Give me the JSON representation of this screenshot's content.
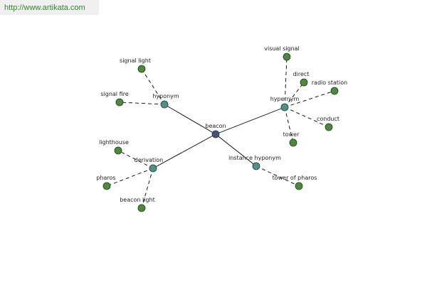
{
  "header": {
    "url": "http://www.artikata.com"
  },
  "colors": {
    "center": "#4a4f8a",
    "category": "#4f8f8f",
    "leaf": "#4a8a3a",
    "node_stroke": "#1f3f1f",
    "edge": "#000000",
    "banner_bg": "#f0f0f0",
    "url": "#2e8b2e"
  },
  "graph": {
    "nodes": [
      {
        "id": "beacon",
        "label": "beacon",
        "kind": "center"
      },
      {
        "id": "hyponym",
        "label": "hyponym",
        "kind": "category"
      },
      {
        "id": "hypernym",
        "label": "hypernym",
        "kind": "category"
      },
      {
        "id": "derivation",
        "label": "derivation",
        "kind": "category"
      },
      {
        "id": "instance_hyponym",
        "label": "instance hyponym",
        "kind": "category"
      },
      {
        "id": "signal_light",
        "label": "signal light",
        "kind": "leaf"
      },
      {
        "id": "signal_fire",
        "label": "signal fire",
        "kind": "leaf"
      },
      {
        "id": "visual_signal",
        "label": "visual signal",
        "kind": "leaf"
      },
      {
        "id": "direct",
        "label": "direct",
        "kind": "leaf"
      },
      {
        "id": "radio_station",
        "label": "radio station",
        "kind": "leaf"
      },
      {
        "id": "conduct",
        "label": "conduct",
        "kind": "leaf"
      },
      {
        "id": "tower",
        "label": "tower",
        "kind": "leaf"
      },
      {
        "id": "lighthouse",
        "label": "lighthouse",
        "kind": "leaf"
      },
      {
        "id": "pharos",
        "label": "pharos",
        "kind": "leaf"
      },
      {
        "id": "beacon_light",
        "label": "beacon light",
        "kind": "leaf"
      },
      {
        "id": "tower_of_pharos",
        "label": "tower of pharos",
        "kind": "leaf"
      }
    ],
    "edges": [
      {
        "from": "beacon",
        "to": "hyponym",
        "style": "solid"
      },
      {
        "from": "beacon",
        "to": "hypernym",
        "style": "solid"
      },
      {
        "from": "beacon",
        "to": "derivation",
        "style": "solid"
      },
      {
        "from": "beacon",
        "to": "instance_hyponym",
        "style": "solid"
      },
      {
        "from": "hyponym",
        "to": "signal_light",
        "style": "dashed"
      },
      {
        "from": "hyponym",
        "to": "signal_fire",
        "style": "dashed"
      },
      {
        "from": "hypernym",
        "to": "visual_signal",
        "style": "dashed"
      },
      {
        "from": "hypernym",
        "to": "direct",
        "style": "dashed"
      },
      {
        "from": "hypernym",
        "to": "radio_station",
        "style": "dashed"
      },
      {
        "from": "hypernym",
        "to": "conduct",
        "style": "dashed"
      },
      {
        "from": "hypernym",
        "to": "tower",
        "style": "dashed"
      },
      {
        "from": "derivation",
        "to": "lighthouse",
        "style": "dashed"
      },
      {
        "from": "derivation",
        "to": "pharos",
        "style": "dashed"
      },
      {
        "from": "derivation",
        "to": "beacon_light",
        "style": "dashed"
      },
      {
        "from": "instance_hyponym",
        "to": "tower_of_pharos",
        "style": "dashed"
      }
    ]
  }
}
